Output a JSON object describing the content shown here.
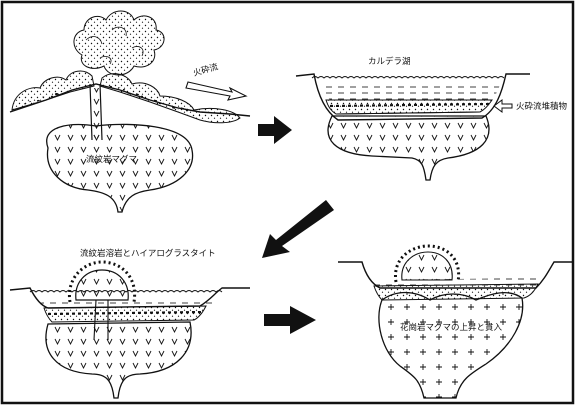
{
  "panels": {
    "p1": {
      "arrow_label": "火砕流",
      "magma_label": "流紋岩マグマ"
    },
    "p2": {
      "lake_label": "カルデラ湖",
      "deposit_label": "火砕流堆積物"
    },
    "p3": {
      "title_label": "流紋岩溶岩とハイアログラスタイト"
    },
    "p4": {
      "granite_label": "花崗岩マグマの上昇と貫入"
    }
  },
  "colors": {
    "line": "#111111",
    "frame": "#111111",
    "background": "#ffffff",
    "arrow_fill": "#111111"
  },
  "symbols": {
    "felsic_magma": "v",
    "granite_magma": "+"
  }
}
